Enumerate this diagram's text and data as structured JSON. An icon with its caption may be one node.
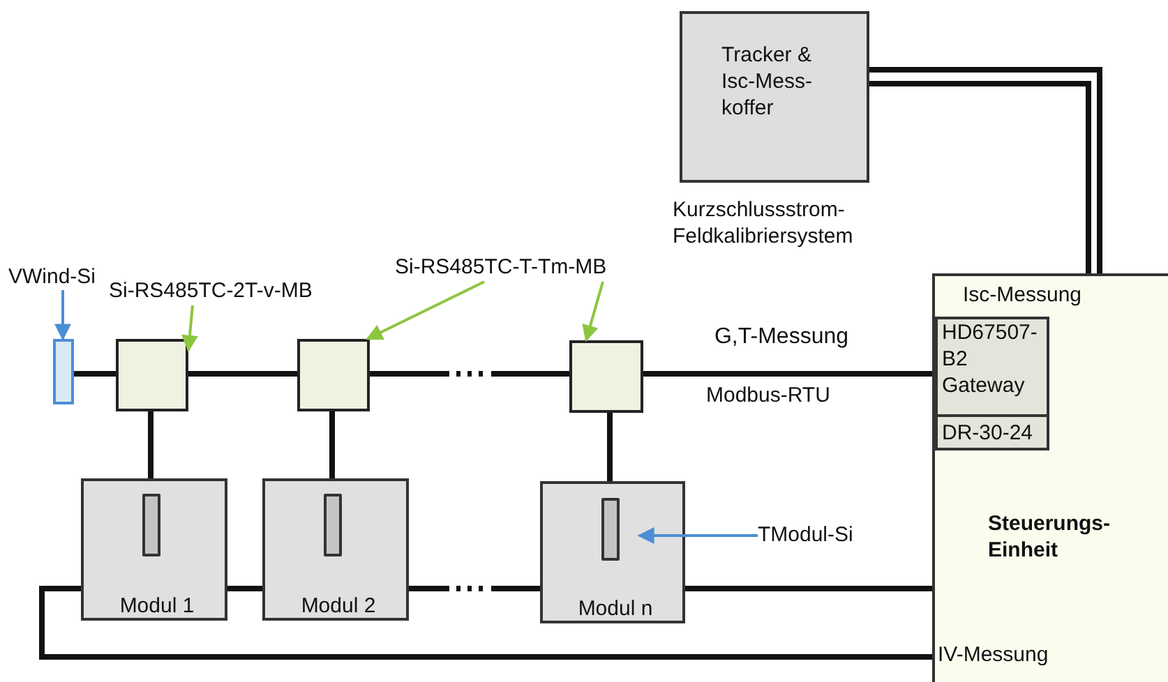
{
  "diagram": {
    "nodes": [
      {
        "text": [
          "Tracker & Isc-Mess- koffer"
        ],
        "beside": [
          "Kurzschlussstrom- Feldkalibriersystem"
        ]
      },
      {
        "text": [
          "Si-RS485TC-2T-v-MB"
        ]
      },
      {
        "text": [
          "Si-RS485TC-T-Tm-MB"
        ]
      },
      {
        "text": [
          "VWind-Si"
        ]
      },
      {
        "text": [],
        "shape": "box"
      },
      {
        "text": [],
        "shape": "box"
      },
      {
        "text": [],
        "shape": "box"
      },
      {
        "text": [],
        "shape": "box"
      },
      {
        "text": [
          "Isc-Messung",
          "Steuerungs- Einheit",
          "IV-Messung"
        ]
      },
      {
        "text": [
          "HD67507- B2 Gateway"
        ],
        "in": 8
      },
      {
        "text": [
          "DR-30-24"
        ],
        "in": 8
      },
      {
        "text": [
          "Modul 1"
        ]
      },
      {
        "text": [],
        "shape": "bar",
        "in": 11
      },
      {
        "text": [
          "Modul 2"
        ]
      },
      {
        "text": [],
        "shape": "bar",
        "in": 13
      },
      {
        "text": [
          "Modul n"
        ]
      },
      {
        "text": [],
        "shape": "bar",
        "in": 15
      },
      {
        "text": [
          "TModul-Si"
        ]
      }
    ],
    "edges": [
      {
        "from": 0,
        "to": 8,
        "arrow": "none"
      },
      {
        "from": 0,
        "to": 8,
        "arrow": "none"
      },
      {
        "from": 1,
        "to": 5,
        "arrow": "to",
        "color": "#8cc63f"
      },
      {
        "from": 2,
        "to": 6,
        "arrow": "to",
        "color": "#8cc63f"
      },
      {
        "from": 2,
        "to": 7,
        "arrow": "to",
        "color": "#8cc63f"
      },
      {
        "from": 3,
        "to": 4,
        "arrow": "to",
        "color": "#4a8fd6"
      },
      {
        "from": 4,
        "to": 5,
        "arrow": "none"
      },
      {
        "from": 5,
        "to": 6,
        "arrow": "none"
      },
      {
        "from": 6,
        "to": 7,
        "arrow": "none"
      },
      {
        "from": 7,
        "to": 9,
        "arrow": "none",
        "label": "G,T-Messung"
      },
      {
        "from": 5,
        "to": 12,
        "arrow": "none"
      },
      {
        "from": 6,
        "to": 14,
        "arrow": "none"
      },
      {
        "from": 7,
        "to": 16,
        "arrow": "none"
      },
      {
        "from": 17,
        "to": 16,
        "arrow": "to",
        "color": "#4a8fd6"
      },
      {
        "from": 11,
        "to": 13,
        "arrow": "none"
      },
      {
        "from": 13,
        "to": 15,
        "arrow": "none"
      },
      {
        "from": 15,
        "to": 8,
        "arrow": "none"
      },
      {
        "from": 8,
        "to": 11,
        "arrow": "none"
      }
    ],
    "labels": [
      "Modbus-RTU"
    ]
  }
}
